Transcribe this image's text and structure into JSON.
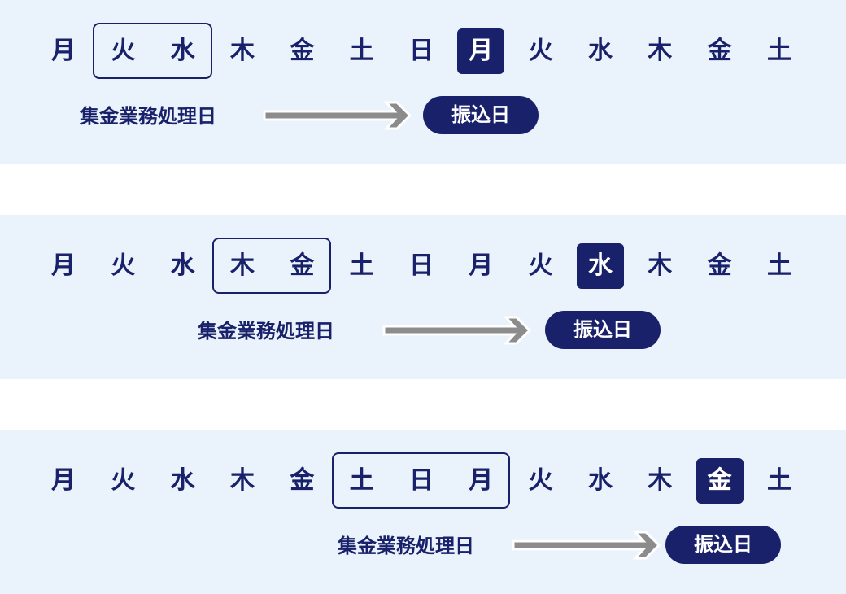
{
  "days": [
    "月",
    "火",
    "水",
    "木",
    "金",
    "土",
    "日",
    "月",
    "火",
    "水",
    "木",
    "金",
    "土"
  ],
  "panels": [
    {
      "range": [
        1,
        2
      ],
      "filled": 7,
      "label": "集金業務処理日",
      "pill": "振込日"
    },
    {
      "range": [
        3,
        4
      ],
      "filled": 9,
      "label": "集金業務処理日",
      "pill": "振込日"
    },
    {
      "range": [
        5,
        7
      ],
      "filled": 11,
      "label": "集金業務処理日",
      "pill": "振込日"
    }
  ],
  "colors": {
    "navy": "#18216a",
    "panel_bg": "#eaf2fb",
    "arrow": "#8c8c8c"
  }
}
